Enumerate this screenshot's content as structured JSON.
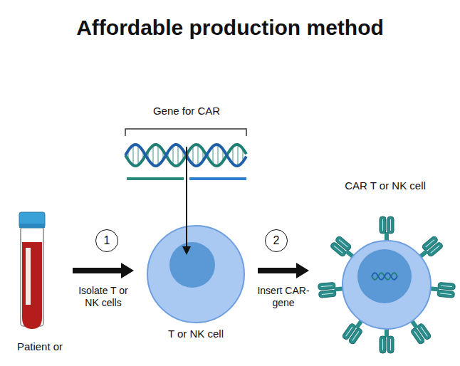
{
  "diagram": {
    "title": "Affordable production method",
    "nodes": [
      {
        "text": [
          "Patient or"
        ]
      },
      {
        "text": [
          "T or NK cell"
        ]
      },
      {
        "text": [
          "CAR T or NK cell"
        ]
      }
    ],
    "edges": [
      {
        "from": 0,
        "to": 1,
        "label": "Isolate T or NK cells",
        "arrow": "to"
      },
      {
        "from": 1,
        "to": 2,
        "label": "Insert CAR-gene",
        "arrow": "to"
      }
    ],
    "labels": [
      "Gene for CAR",
      "1",
      "2"
    ]
  }
}
